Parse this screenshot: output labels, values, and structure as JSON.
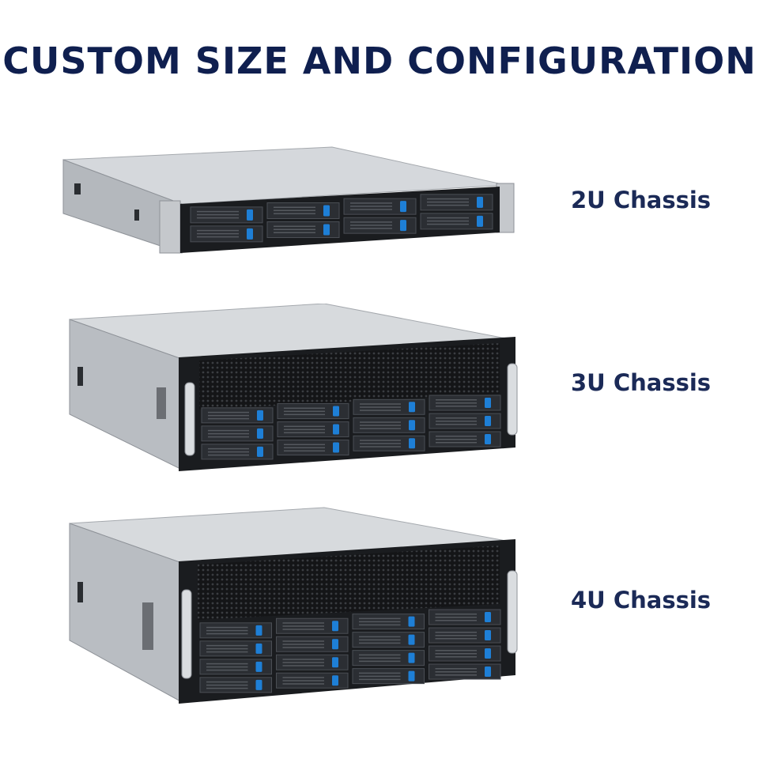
{
  "page": {
    "title": "CUSTOM SIZE AND CONFIGURATION"
  },
  "products": [
    {
      "label": "2U Chassis",
      "drive_rows": 2,
      "drive_cols": 4,
      "front_grille": false
    },
    {
      "label": "3U Chassis",
      "drive_rows": 3,
      "drive_cols": 4,
      "front_grille": true
    },
    {
      "label": "4U Chassis",
      "drive_rows": 4,
      "drive_cols": 4,
      "front_grille": true
    }
  ],
  "colors": {
    "title": "#0f1f4f",
    "label": "#1b2a57",
    "drive_latch": "#1e7fd6",
    "chassis_silver": "#c9ccd0",
    "front_black": "#1a1c1f"
  }
}
